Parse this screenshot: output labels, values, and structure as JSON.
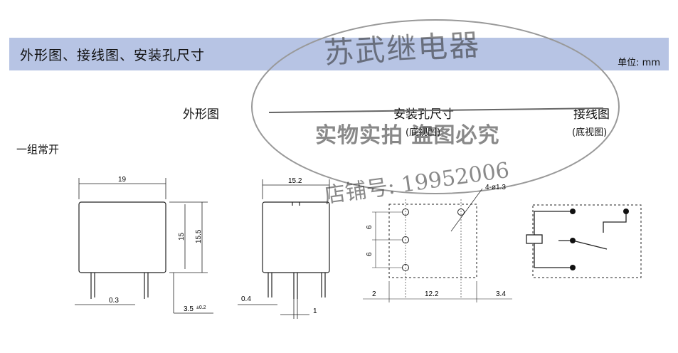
{
  "header": {
    "title": "外形图、接线图、安装孔尺寸",
    "unit_label": "单位: mm",
    "background_color": "#b7c4e4"
  },
  "columns": {
    "outline": "外形图",
    "mounting": "安装孔尺寸",
    "mounting_sub": "(底视图)",
    "wiring": "接线图",
    "wiring_sub": "(底视图)"
  },
  "config_label": "一组常开",
  "dimensions": {
    "front_width": "19",
    "front_height_body": "15",
    "front_height_total": "15.5",
    "front_pin_offset": "0.3",
    "front_pin_length": "3.5",
    "front_pin_tolerance": "±0.2",
    "side_width": "15.2",
    "side_pin_thickness": "0.4",
    "side_pin_width": "1",
    "hole_diameter": "4-ø1.3",
    "hole_spacing_top": "6",
    "hole_spacing_bottom": "6",
    "hole_edge_left": "2",
    "hole_span": "12.2",
    "hole_edge_right": "3.4"
  },
  "watermark": {
    "line1": "苏武继电器",
    "line2": "实物实拍 盗图必究",
    "line3": "店铺号: 19952006"
  }
}
